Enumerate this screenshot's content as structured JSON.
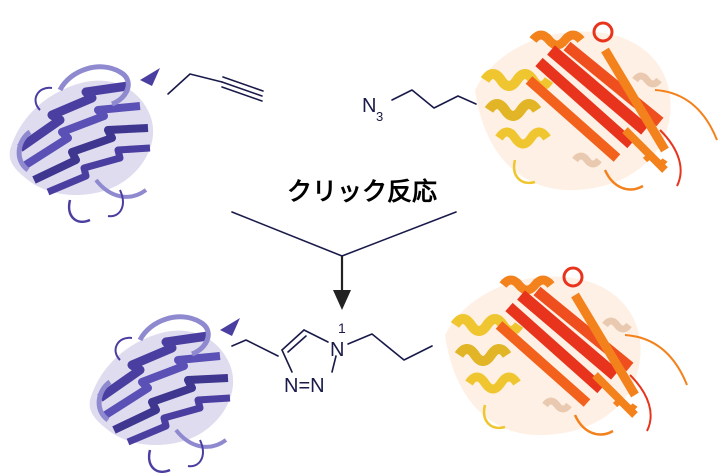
{
  "reaction_label": "クリック反応",
  "reactant_azide": {
    "symbol": "N",
    "subscript": "3"
  },
  "product_triazole": {
    "n1_label": "1",
    "n1_atom": "N",
    "n2n3_label": "N=N"
  },
  "colors": {
    "protein_a": "#4a3fa0",
    "protein_a_light": "#8f8ad0",
    "protein_b_red": "#e8341c",
    "protein_b_orange": "#f3821d",
    "protein_b_yellow": "#f0c630",
    "protein_b_pale": "#e9c9b0",
    "bond": "#1a1a4a"
  },
  "icons": {
    "protein_a": "blue-beta-barrel-protein-ribbon",
    "protein_b": "red-orange-alpha-beta-protein-ribbon",
    "arrow": "down-arrow"
  }
}
